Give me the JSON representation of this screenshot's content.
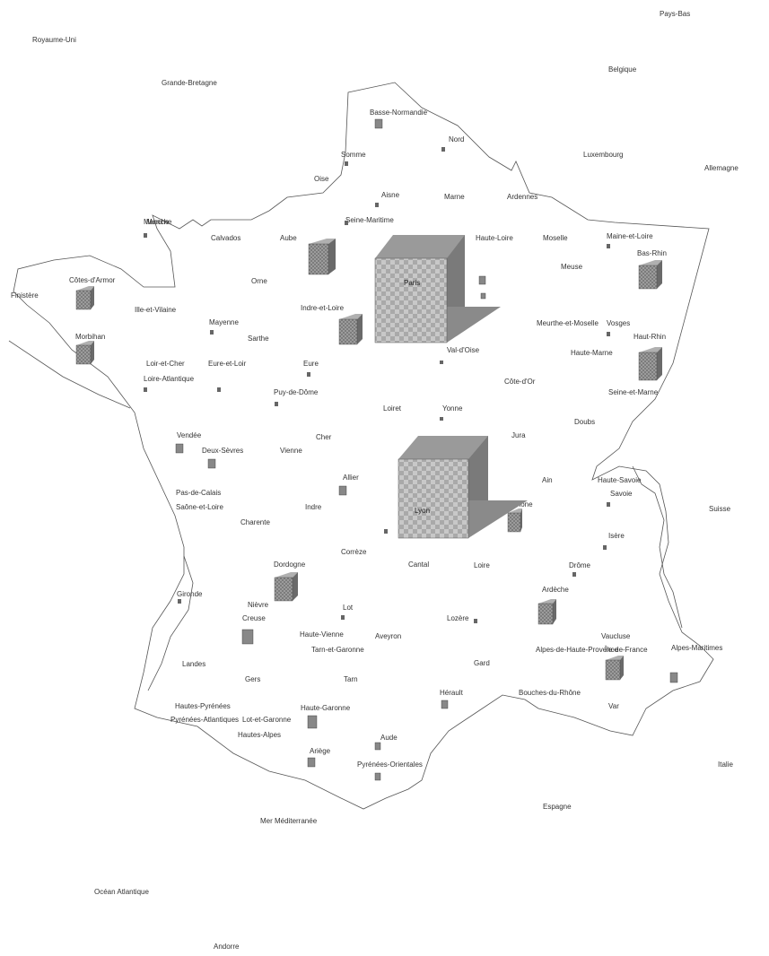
{
  "map": {
    "outside_labels": [
      "Pays-Bas",
      "Royaume-Uni",
      "Grande-Bretagne",
      "Belgique",
      "Luxembourg",
      "Allemagne",
      "Suisse",
      "Italie",
      "Espagne",
      "Andorre",
      "Mer Méditerranée",
      "Océan Atlantique",
      "Manche"
    ],
    "region_labels": [
      "Basse-Normandie",
      "Nord",
      "Somme",
      "Aisne",
      "Oise",
      "Ardennes",
      "Moselle",
      "Bas-Rhin",
      "Haut-Rhin",
      "Vosges",
      "Côtes-d'Armor",
      "Finistère",
      "Morbihan",
      "Ille-et-Vilaine",
      "Calvados",
      "Manche",
      "Orne",
      "Sarthe",
      "Mayenne",
      "Loire-Atlantique",
      "Vendée",
      "Deux-Sèvres",
      "Vienne",
      "Charente",
      "Gironde",
      "Landes",
      "Dordogne",
      "Lot",
      "Aveyron",
      "Tarn",
      "Haute-Garonne",
      "Ariège",
      "Aude",
      "Pyrénées-Orientales",
      "Hérault",
      "Gard",
      "Bouches-du-Rhône",
      "Var",
      "Alpes-Maritimes",
      "Isère",
      "Savoie",
      "Rhône",
      "Loire",
      "Allier",
      "Cher",
      "Indre",
      "Loiret",
      "Yonne",
      "Côte-d'Or",
      "Doubs",
      "Jura",
      "Ain",
      "Haute-Savoie",
      "Drôme",
      "Ardèche",
      "Lozère",
      "Cantal",
      "Corrèze",
      "Creuse",
      "Puy-de-Dôme",
      "Haute-Loire",
      "Marne",
      "Meuse",
      "Meurthe-et-Moselle",
      "Haute-Marne",
      "Aube",
      "Seine-Maritime",
      "Eure",
      "Eure-et-Loir",
      "Loir-et-Cher",
      "Indre-et-Loire",
      "Maine-et-Loire",
      "Val-d'Oise",
      "Seine-et-Marne",
      "Pas-de-Calais",
      "Saône-et-Loire",
      "Nièvre",
      "Haute-Vienne",
      "Tarn-et-Garonne",
      "Gers",
      "Hautes-Pyrénées",
      "Pyrénées-Atlantiques",
      "Lot-et-Garonne",
      "Hautes-Alpes",
      "Alpes-de-Haute-Provence",
      "Vaucluse",
      "Île-de-France",
      "Paris",
      "Lyon"
    ],
    "big_cube_labels": [
      "Paris",
      "Lyon"
    ],
    "legend": "",
    "colors": {
      "outline": "#555555",
      "cube_front": "#9a9a9a",
      "cube_side": "#6f6f6f",
      "cube_top": "#b7b7b7",
      "shadow": "#808080",
      "text": "#333333"
    }
  }
}
